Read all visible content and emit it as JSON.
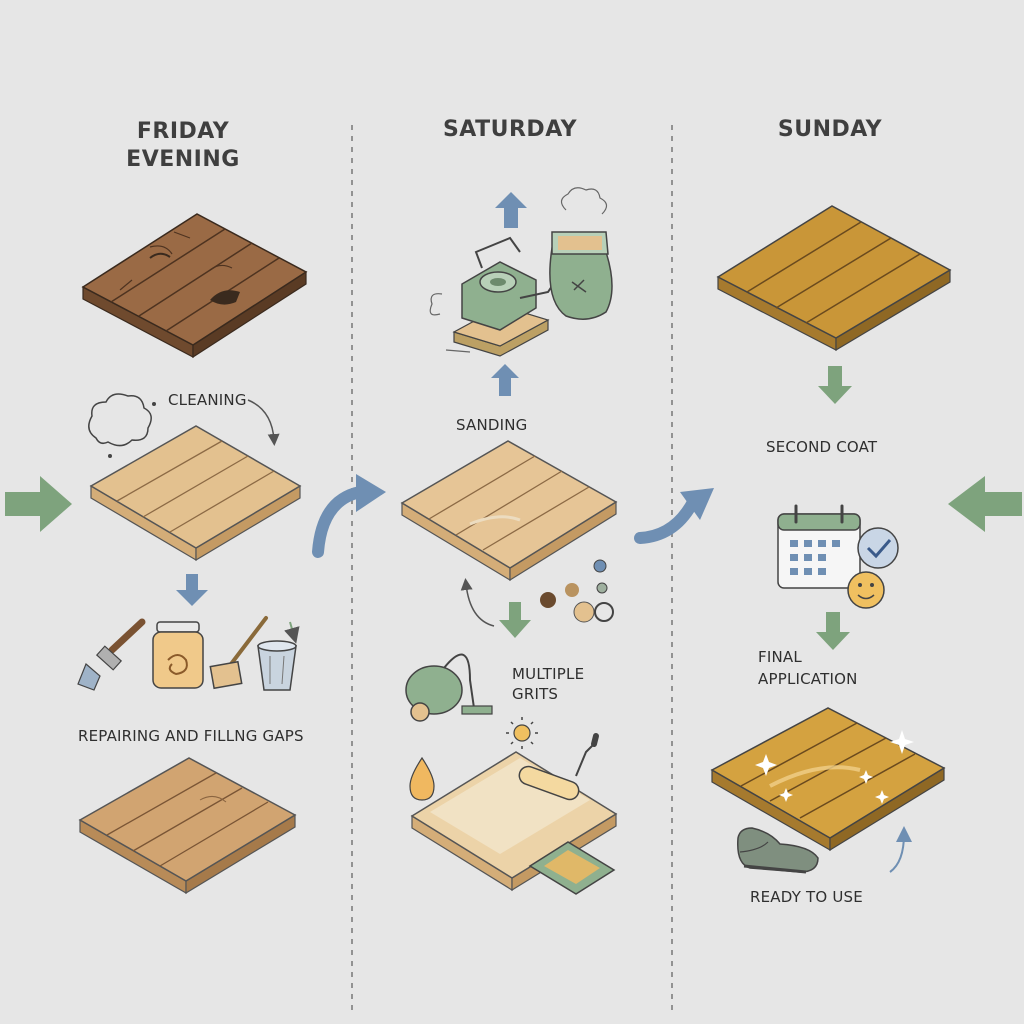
{
  "columns": [
    {
      "title_line1": "FRIDAY",
      "title_line2": "EVENING"
    },
    {
      "title_line1": "SATURDAY"
    },
    {
      "title_line1": "SUNDAY"
    }
  ],
  "labels": {
    "cleaning": "CLEANING",
    "repairing": "REPAIRING AND FILLNG GAPS",
    "sanding": "SANDING",
    "multiple_line1": "MULTIPLE",
    "multiple_line2": "GRITS",
    "second_coat": "SECOND COAT",
    "final_line1": "FINAL",
    "final_line2": "APPLICATION",
    "ready": "READY TO USE"
  },
  "colors": {
    "background": "#e6e6e6",
    "arrow_green": "#7ea37d",
    "arrow_blue": "#6f8fb3",
    "tool_green": "#8fb08f",
    "wood_light": "#e3c18f",
    "wood_dark": "#9a6a45",
    "wood_golden": "#c99638"
  }
}
